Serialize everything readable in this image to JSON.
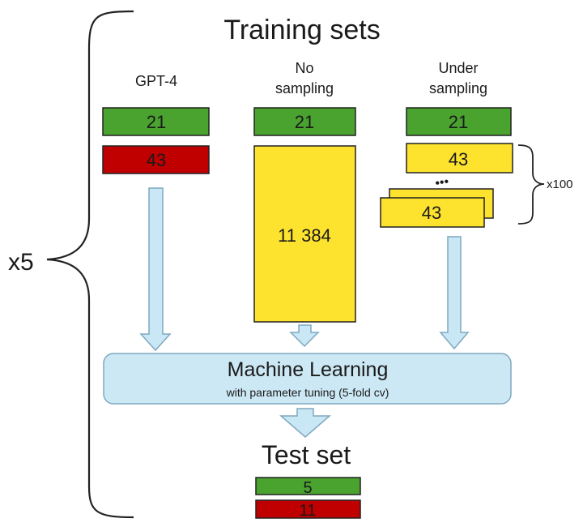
{
  "repeat_label": "x5",
  "title": "Training sets",
  "columns": {
    "gpt4": {
      "header_line1": "GPT-4",
      "positive": "21",
      "negative": "43"
    },
    "no_sampling": {
      "header_line1": "No",
      "header_line2": "sampling",
      "positive": "21",
      "negative": "11 384"
    },
    "under_sampling": {
      "header_line1": "Under",
      "header_line2": "sampling",
      "positive": "21",
      "negative_front": "43",
      "negative_back": "43",
      "ellipsis": "•••",
      "repeat_label": "x100"
    }
  },
  "ml": {
    "title": "Machine Learning",
    "subtitle": "with parameter tuning (5-fold cv)"
  },
  "test": {
    "title": "Test set",
    "positive": "5",
    "negative": "11"
  },
  "colors": {
    "green": "#4aa32f",
    "red": "#c00000",
    "yellow": "#fde22e",
    "arrow": "#c9e7f5",
    "arrow_stroke": "#7fa8c0",
    "ml_fill": "#cde8f5",
    "ml_stroke": "#7fa8c0"
  }
}
